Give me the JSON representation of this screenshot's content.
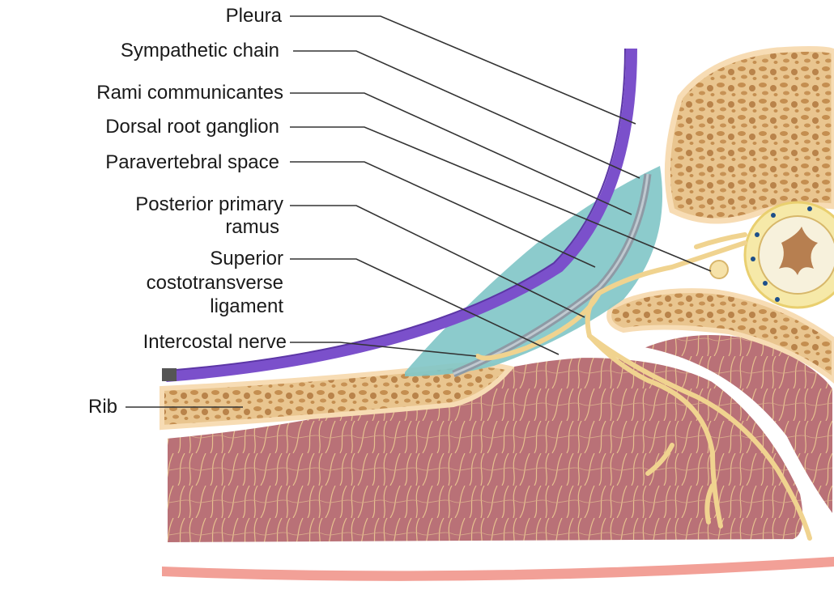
{
  "labels": {
    "pleura": "Pleura",
    "sympathetic_chain": "Sympathetic chain",
    "rami_communicantes": "Rami communicantes",
    "dorsal_root_ganglion": "Dorsal root ganglion",
    "paravertebral_space": "Paravertebral space",
    "posterior_primary_ramus_1": "Posterior primary",
    "posterior_primary_ramus_2": "ramus",
    "superior_costotransverse_1": "Superior",
    "superior_costotransverse_2": "costotransverse",
    "superior_costotransverse_3": "ligament",
    "intercostal_nerve": "Intercostal nerve",
    "rib": "Rib"
  },
  "colors": {
    "pleura": "#7b4fc9",
    "paravertebral": "#7ec4c8",
    "bone_outer": "#f2d2a6",
    "bone_spot": "#c9975a",
    "muscle": "#b5727a",
    "muscle_fiber": "#e7c08f",
    "nerve": "#f0d38f",
    "skin": "#f3a49a"
  }
}
